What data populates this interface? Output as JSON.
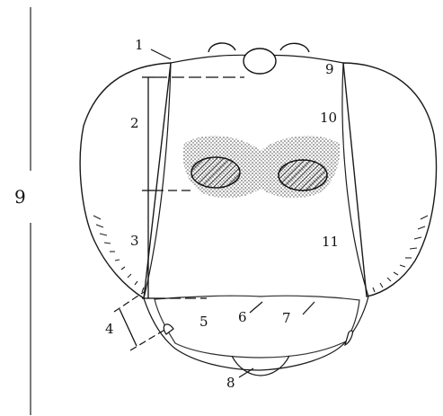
{
  "figure": {
    "figure_number": "9",
    "labels": {
      "l1": "1",
      "l2": "2",
      "l3": "3",
      "l4": "4",
      "l5": "5",
      "l6": "6",
      "l7": "7",
      "l8": "8",
      "l9": "9",
      "l10": "10",
      "l11": "11"
    }
  }
}
